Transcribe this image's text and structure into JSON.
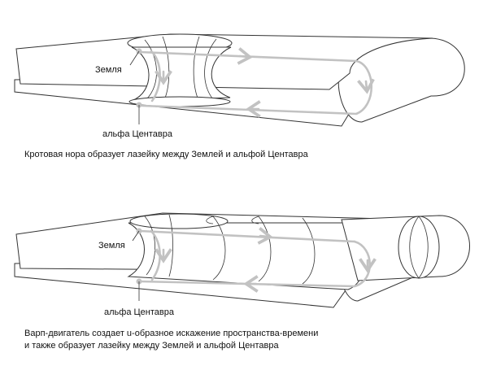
{
  "figure1": {
    "label_earth": "Земля",
    "label_alpha": "альфа Центавра",
    "caption": "Кротовая нора образует лазейку между Землей и альфой Центавра"
  },
  "figure2": {
    "label_earth": "Земля",
    "label_alpha": "альфа Центавра",
    "caption_line1": "Варп-двигатель создает u-образное искажение пространства-времени",
    "caption_line2": "и также образует лазейку между Землей и альфой Центавра"
  },
  "colors": {
    "line": "#333333",
    "path": "#c2c2c2",
    "fill": "#ffffff"
  }
}
